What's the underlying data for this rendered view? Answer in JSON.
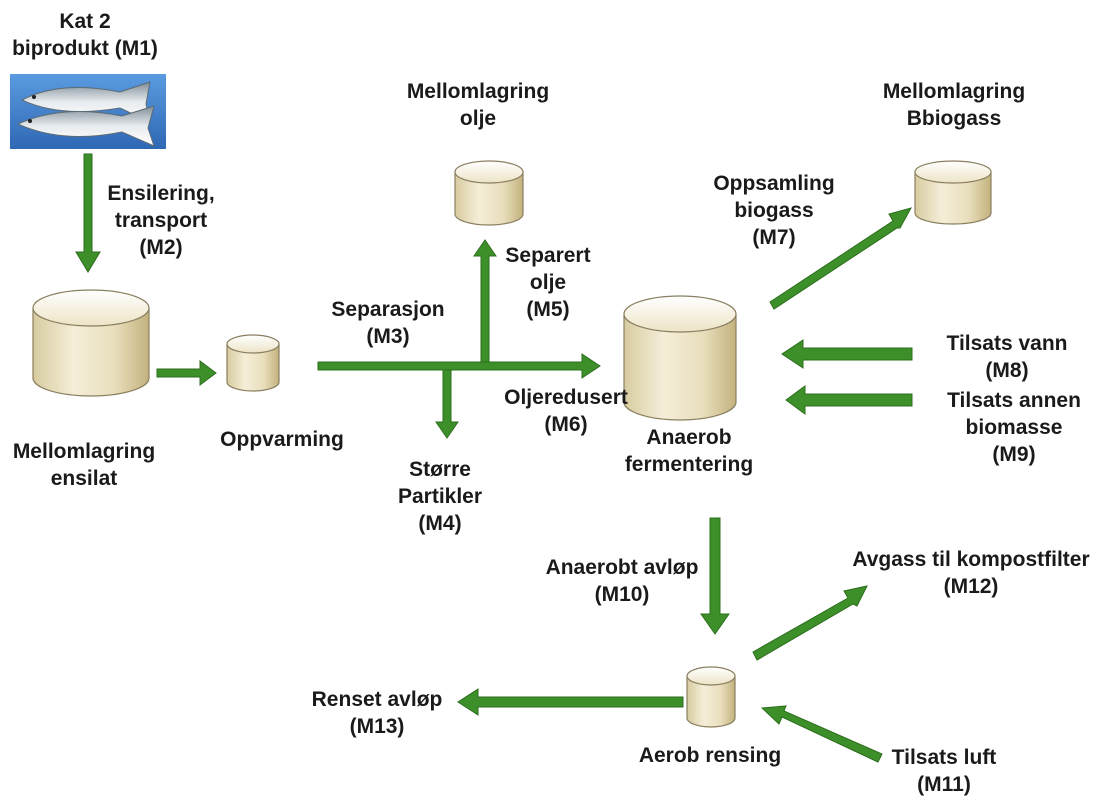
{
  "colors": {
    "arrow": "#3d8f2a",
    "arrow_dark": "#2c6e1c",
    "tank_light": "#fbf7ea",
    "tank_mid": "#e8ddb8",
    "tank_dark": "#c9b98a",
    "tank_stroke": "#8a7f60",
    "photo_bg": "#3f7fd0"
  },
  "labels": {
    "kat2": [
      "Kat 2",
      "biprodukt (M1)"
    ],
    "m2": [
      "Ensilering,",
      "transport",
      "(M2)"
    ],
    "mellomlagring_ensilat": [
      "Mellomlagring",
      "ensilat"
    ],
    "oppvarming": [
      "Oppvarming"
    ],
    "m3": [
      "Separasjon",
      "(M3)"
    ],
    "m4": [
      "Større",
      "Partikler",
      "(M4)"
    ],
    "mellomlagring_olje": [
      "Mellomlagring",
      "olje"
    ],
    "m5": [
      "Separert",
      "olje",
      "(M5)"
    ],
    "m6": [
      "Oljeredusert",
      "(M6)"
    ],
    "m7": [
      "Oppsamling",
      "biogass",
      "(M7)"
    ],
    "mellomlagring_biogass": [
      "Mellomlagring",
      "Bbiogass"
    ],
    "anaerob": [
      "Anaerob",
      "fermentering"
    ],
    "m8": [
      "Tilsats vann",
      "(M8)"
    ],
    "m9": [
      "Tilsats annen",
      "biomasse",
      "(M9)"
    ],
    "m10": [
      "Anaerobt avløp",
      "(M10)"
    ],
    "m12": [
      "Avgass til kompostfilter",
      "(M12)"
    ],
    "m13": [
      "Renset avløp",
      "(M13)"
    ],
    "aerob": [
      "Aerob rensing"
    ],
    "m11": [
      "Tilsats luft",
      "(M11)"
    ]
  }
}
